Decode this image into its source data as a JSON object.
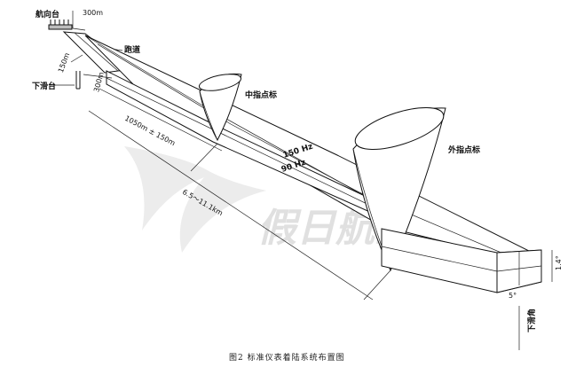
{
  "diagram": {
    "labels": {
      "localizer": "航向台",
      "runway": "跑道",
      "glide_slope": "下滑台",
      "middle_marker": "中指点标",
      "outer_marker": "外指点标",
      "freq_150": "150 Hz",
      "freq_90": "90 Hz",
      "dist_300_top": "300m",
      "dist_150": "150m",
      "dist_300_left": "300m",
      "dist_1050": "1050m ± 150m",
      "dist_range": "6.5～11.1km",
      "angle_5": "5°",
      "angle_14": "1.4°",
      "glide_angle": "下滑角"
    },
    "caption": "图2  标准仪表着陆系统布置图",
    "watermark": "假日航空"
  }
}
